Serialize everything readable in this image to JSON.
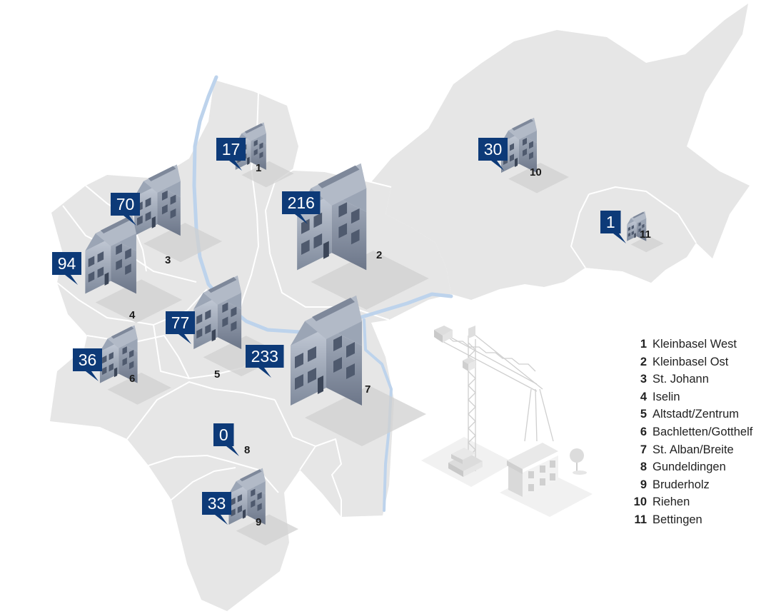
{
  "districts": [
    {
      "number": "1",
      "name": "Kleinbasel West",
      "count": "17"
    },
    {
      "number": "2",
      "name": "Kleinbasel Ost",
      "count": "216"
    },
    {
      "number": "3",
      "name": "St. Johann",
      "count": "70"
    },
    {
      "number": "4",
      "name": "Iselin",
      "count": "94"
    },
    {
      "number": "5",
      "name": "Altstadt/Zentrum",
      "count": "77"
    },
    {
      "number": "6",
      "name": "Bachletten/Gotthelf",
      "count": "36"
    },
    {
      "number": "7",
      "name": "St. Alban/Breite",
      "count": "233"
    },
    {
      "number": "8",
      "name": "Gundeldingen",
      "count": "0"
    },
    {
      "number": "9",
      "name": "Bruderholz",
      "count": "33"
    },
    {
      "number": "10",
      "name": "Riehen",
      "count": "30"
    },
    {
      "number": "11",
      "name": "Bettingen",
      "count": "1"
    }
  ],
  "colors": {
    "land": "#e6e6e6",
    "border": "#ffffff",
    "river": "#bdd3ec",
    "callout": "#0d3a78",
    "building": "#8e98a8"
  }
}
